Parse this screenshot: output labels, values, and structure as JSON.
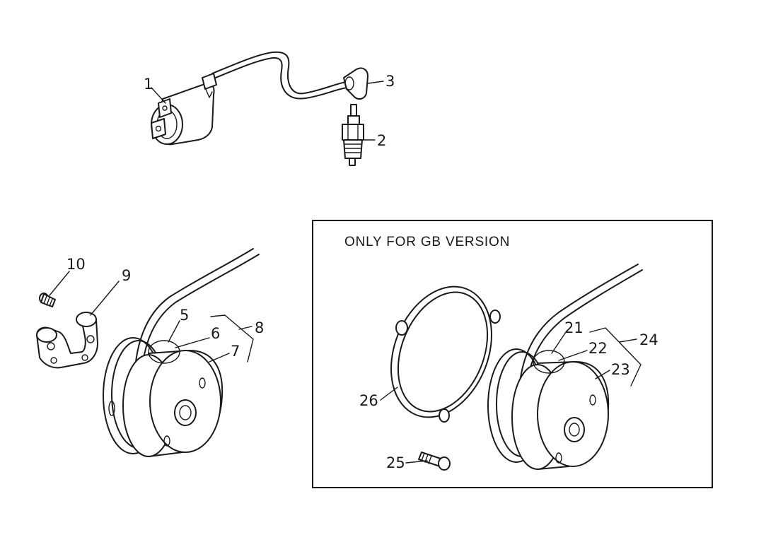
{
  "inset": {
    "title": "ONLY FOR GB VERSION"
  },
  "callouts": {
    "c1": "1",
    "c2": "2",
    "c3": "3",
    "c5": "5",
    "c6": "6",
    "c7": "7",
    "c8": "8",
    "c9": "9",
    "c10": "10",
    "c21": "21",
    "c22": "22",
    "c23": "23",
    "c24": "24",
    "c25": "25",
    "c26": "26"
  }
}
